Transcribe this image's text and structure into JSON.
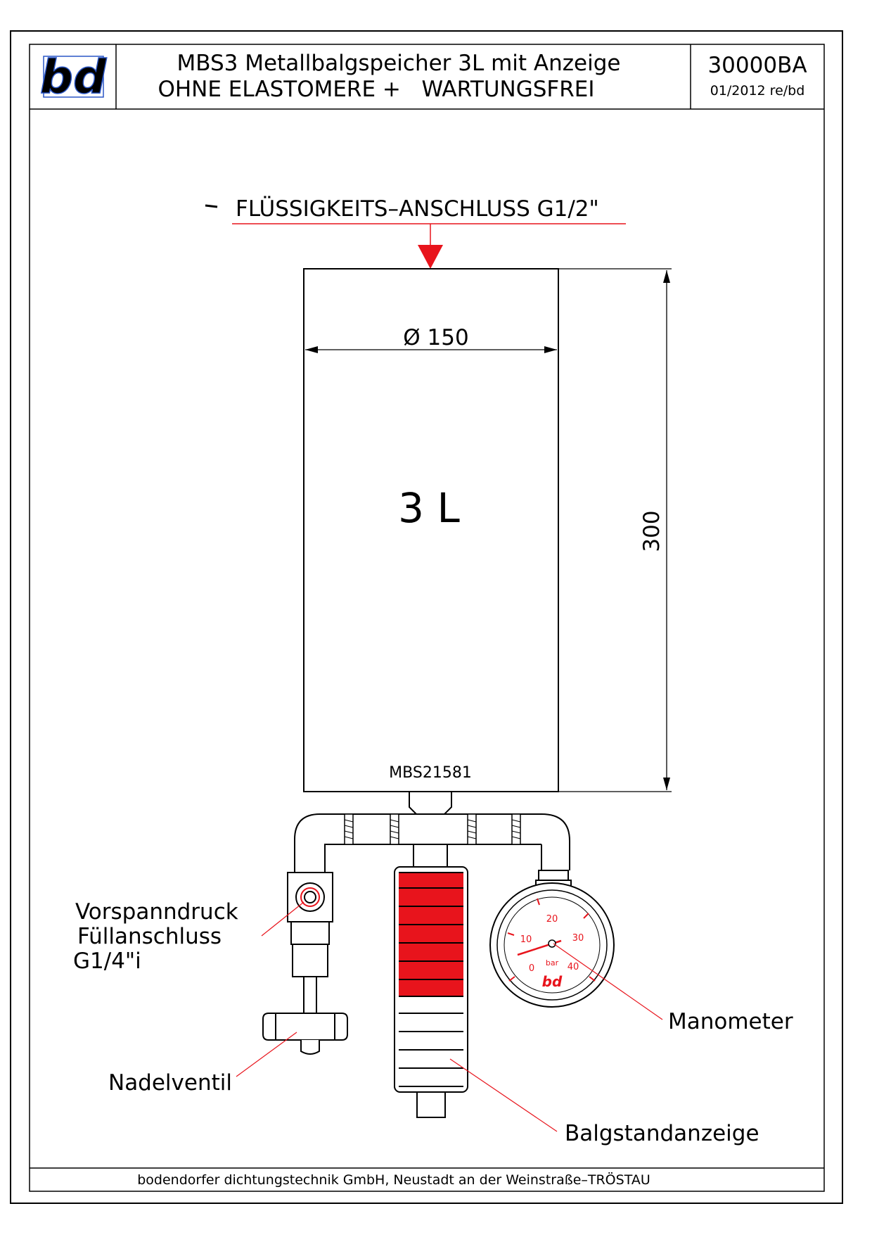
{
  "header": {
    "logo_text": "bd",
    "title_line1": "MBS3 Metallbalgspeicher 3L mit Anzeige",
    "title_line2": "OHNE ELASTOMERE +   WARTUNGSFREI",
    "doc_number": "30000BA",
    "revision": "01/2012 re/bd"
  },
  "drawing": {
    "fluid_connection": "FLÜSSIGKEITS–ANSCHLUSS G1/2\"",
    "diameter_label": "Ø 150",
    "volume_label": "3 L",
    "height_label": "300",
    "model_label": "MBS21581",
    "prefill_label_line1": "Vorspanndruck",
    "prefill_label_line2": "Füllanschluss",
    "prefill_label_line3": "G1/4\"i",
    "needle_valve_label": "Nadelventil",
    "manometer_label": "Manometer",
    "bellows_indicator_label": "Balgstandanzeige",
    "gauge": {
      "ticks": [
        "0",
        "10",
        "20",
        "30",
        "40"
      ],
      "unit": "bar",
      "logo": "bd"
    },
    "indicator_fill_fraction": 0.6
  },
  "footer": {
    "company": "bodendorfer dichtungstechnik GmbH, Neustadt an der Weinstraße–TRÖSTAU"
  },
  "colors": {
    "accent": "#e8141c",
    "logo_blue": "#2a56c6",
    "line": "#000000"
  }
}
